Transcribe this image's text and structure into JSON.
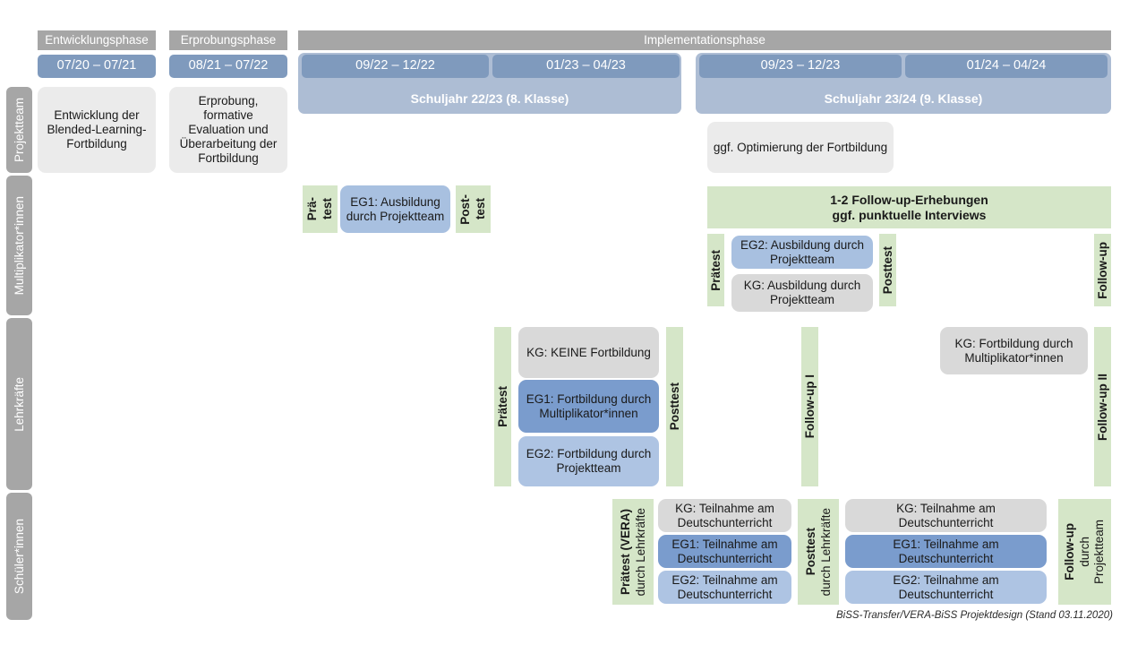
{
  "diagram": {
    "footer": "BiSS-Transfer/VERA-BiSS Projektdesign (Stand 03.11.2020)",
    "phases": [
      {
        "label": "Entwicklungsphase"
      },
      {
        "label": "Erprobungsphase"
      },
      {
        "label": "Implementationsphase"
      }
    ],
    "periods": [
      {
        "label": "07/20 – 07/21"
      },
      {
        "label": "08/21 – 07/22"
      },
      {
        "label": "09/22 – 12/22"
      },
      {
        "label": "01/23 – 04/23"
      },
      {
        "label": "09/23 – 12/23"
      },
      {
        "label": "01/24 – 04/24"
      }
    ],
    "school_years": [
      {
        "label": "Schuljahr 22/23 (8. Klasse)"
      },
      {
        "label": "Schuljahr 23/24 (9. Klasse)"
      }
    ],
    "rows": [
      {
        "label": "Projektteam"
      },
      {
        "label": "Multiplikator*innen"
      },
      {
        "label": "Lehrkräfte"
      },
      {
        "label": "Schüler*innen"
      }
    ],
    "projektteam": {
      "entwicklung": "Entwicklung der Blended-Learning-Fortbildung",
      "erprobung": "Erprobung, formative Evaluation und Überarbeitung der Fortbildung",
      "optimierung": "ggf. Optimierung der Fortbildung"
    },
    "multiplikatoren": {
      "praetest_line1": "Prä-",
      "praetest_line2": "test",
      "posttest_line1": "Post-",
      "posttest_line2": "test",
      "eg1": "EG1: Ausbildung durch Projektteam",
      "followup_banner_line1": "1-2 Follow-up-Erhebungen",
      "followup_banner_line2": "ggf. punktuelle Interviews",
      "praetest2": "Prätest",
      "posttest2": "Posttest",
      "eg2": "EG2: Ausbildung durch Projektteam",
      "kg": "KG: Ausbildung durch Projektteam",
      "followup": "Follow-up"
    },
    "lehrkraefte": {
      "praetest": "Prätest",
      "posttest": "Posttest",
      "kg_keine": "KG: KEINE Fortbildung",
      "eg1": "EG1: Fortbildung durch Multiplikator*innen",
      "eg2": "EG2: Fortbildung durch Projektteam",
      "followup1": "Follow-up I",
      "followup2": "Follow-up II",
      "kg_fortbildung": "KG: Fortbildung durch Multiplikator*innen"
    },
    "schueler": {
      "praetest_bold": "Prätest (VERA)",
      "praetest_reg": "durch Lehrkräfte",
      "posttest_bold": "Posttest",
      "posttest_reg": "durch Lehrkräfte",
      "followup_bold": "Follow-up",
      "followup_reg1": "durch",
      "followup_reg2": "Projektteam",
      "left_kg": "KG: Teilnahme am Deutschunterricht",
      "left_eg1": "EG1: Teilnahme am Deutschunterricht",
      "left_eg2": "EG2: Teilnahme am Deutschunterricht",
      "right_kg": "KG: Teilnahme am Deutschunterricht",
      "right_eg1": "EG1: Teilnahme am Deutschunterricht",
      "right_eg2": "EG2: Teilnahme am Deutschunterricht"
    },
    "colors": {
      "grey_header": "#a6a6a6",
      "date_chip": "#7f9abd",
      "year_band": "#adbdd4",
      "green": "#d5e6c8",
      "blue_dark": "#7a9ccd",
      "blue_mid": "#a8c0e0",
      "blue_light": "#aec4e3",
      "card_grey": "#ebebeb",
      "card_grey2": "#d9d9d9"
    }
  }
}
